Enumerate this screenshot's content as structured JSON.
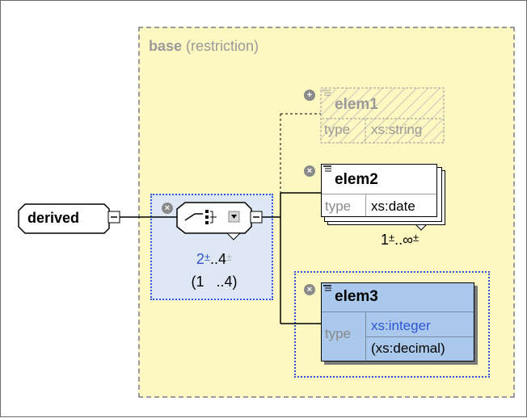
{
  "base": {
    "name": "base",
    "derivation": "(restriction)"
  },
  "root": {
    "name": "derived"
  },
  "sequence": {
    "occurrence": {
      "min": "2",
      "max": "4"
    },
    "base_occurrence": {
      "min": "(1",
      "max": "4)"
    }
  },
  "elem1": {
    "name": "elem1",
    "type_label": "type",
    "type_value": "xs:string"
  },
  "elem2": {
    "name": "elem2",
    "type_label": "type",
    "type_value": "xs:date",
    "occurrence": {
      "min": "1",
      "max": "∞"
    }
  },
  "elem3": {
    "name": "elem3",
    "type_label": "type",
    "type_value": "xs:integer",
    "base_type_value": "(xs:decimal)"
  },
  "colors": {
    "base_fill": "#fdf7c1",
    "selection_fill": "#dde8f4",
    "elem3_fill": "#a9c8ec",
    "restricted_blue": "#2f55d4"
  }
}
